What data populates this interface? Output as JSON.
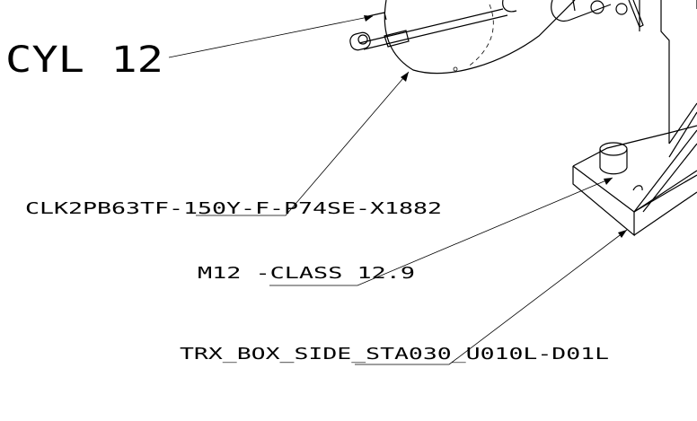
{
  "labels": {
    "cyl": "CYL 12",
    "part_number": "CLK2PB63TF-150Y-F-P74SE-X1882",
    "bolt": "M12 -CLASS 12.9",
    "box": "TRX_BOX_SIDE_STA030_U010L-D01L"
  }
}
